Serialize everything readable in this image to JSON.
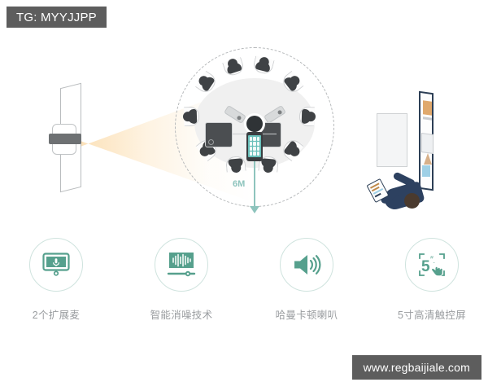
{
  "watermarks": {
    "top": "TG: MYYJJPP",
    "bottom": "www.regbaijiale.com"
  },
  "colors": {
    "accent_green": "#56a08d",
    "accent_mint": "#8ec4bd",
    "watermark_bg": "#5d5d5d",
    "label_gray": "#9a9da0",
    "beam_orange": "#facE8c",
    "table_gray": "#f0f0f0",
    "person_navy": "#2d4160",
    "device_dark": "#2f3336"
  },
  "diagram": {
    "title": "conference-room-coverage-diagram",
    "coverage_label": "6M",
    "coverage_shape": "dashed-circle",
    "seat_count": 10,
    "devices": {
      "wall_camera": "wall-mounted-camera",
      "hub": "conference-speakerphone",
      "expansion_mics": 2,
      "monitors": 2,
      "phone": "touch-console"
    },
    "right_scene": {
      "person": "person-with-tablet-top-view",
      "whiteboard": "whiteboard",
      "panel": "wall-panel"
    }
  },
  "features": [
    {
      "icon": "microphone-icon",
      "label": "2个扩展麦"
    },
    {
      "icon": "audio-waveform-icon",
      "label": "智能消噪技术"
    },
    {
      "icon": "speaker-icon",
      "label": "哈曼卡顿喇叭"
    },
    {
      "icon": "touchscreen-5inch-icon",
      "label": "5寸高清触控屏"
    }
  ]
}
